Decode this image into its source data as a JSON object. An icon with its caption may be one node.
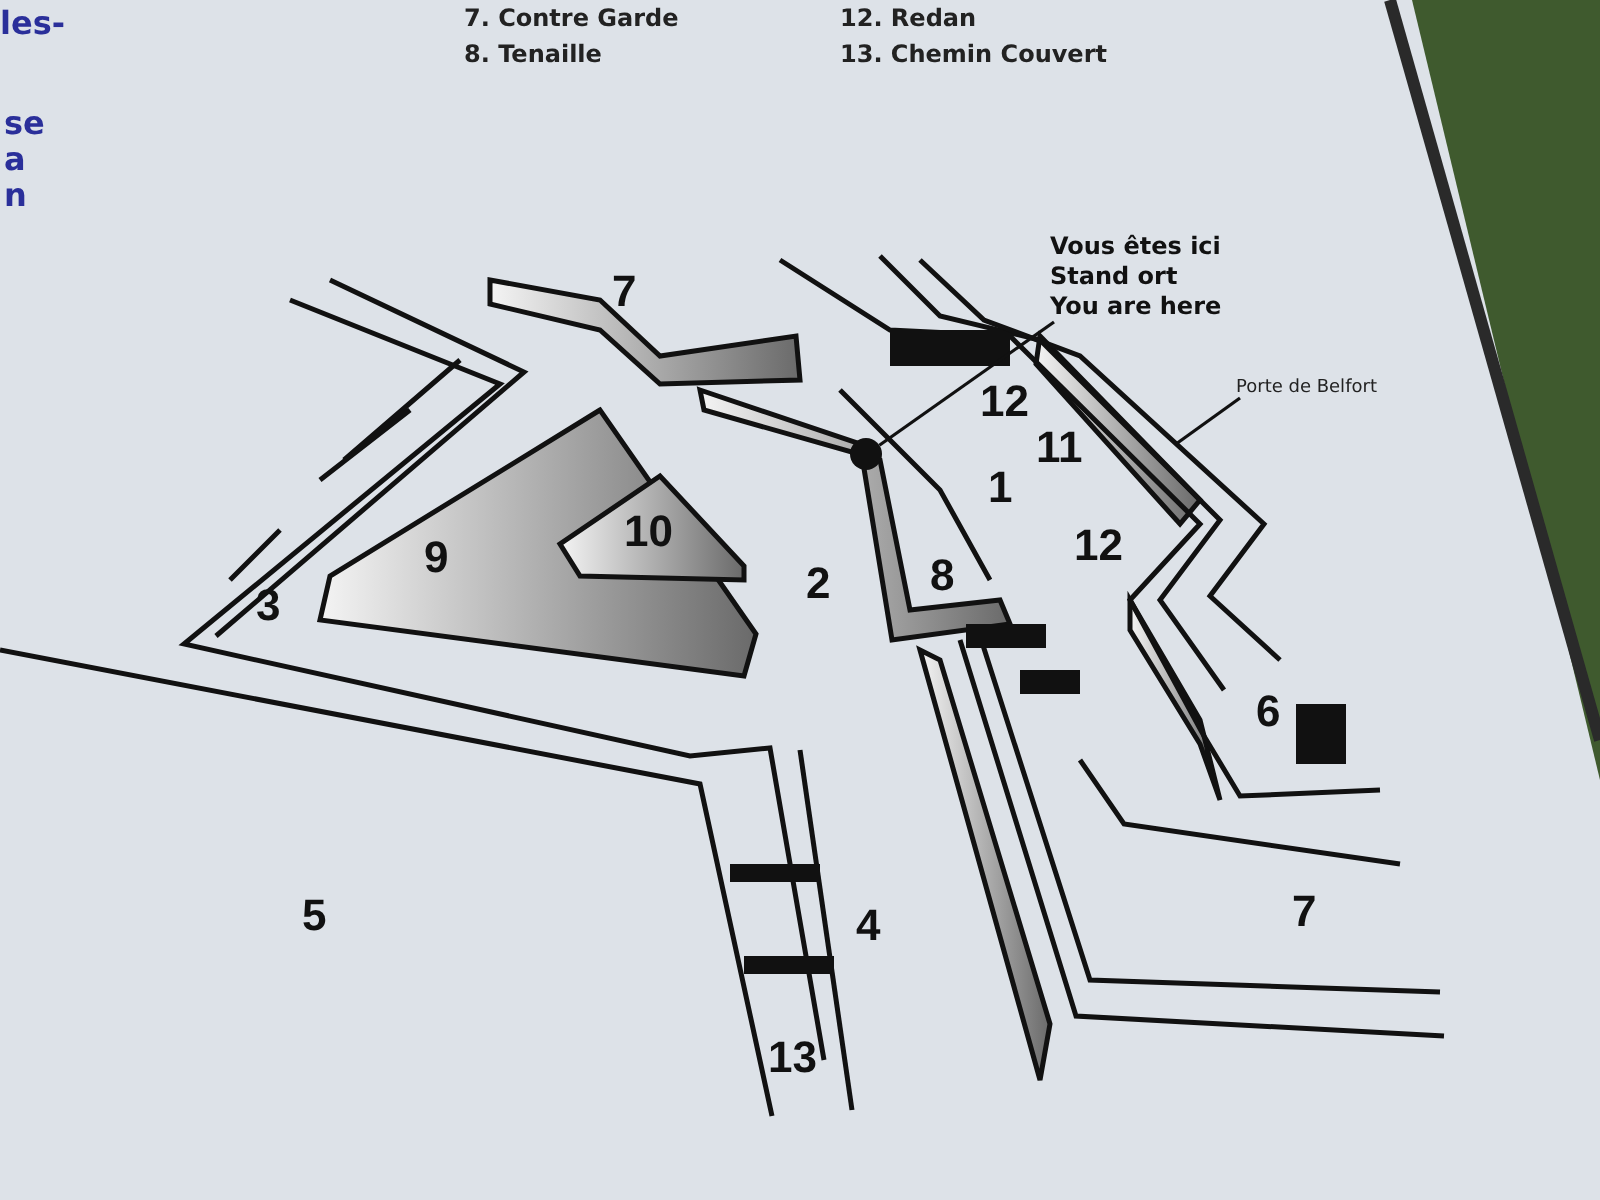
{
  "diagram": {
    "nodes": [
      {
        "text": [
          "Vous êtes ici",
          "Stand ort",
          "You are here"
        ]
      },
      {
        "text": [],
        "shape": "circle"
      },
      {
        "text": [
          "Porte de Belfort"
        ]
      },
      {
        "text": [],
        "shape": "box"
      }
    ],
    "edges": [
      {
        "from": 0,
        "to": 1,
        "arrow": "none"
      },
      {
        "from": 2,
        "to": 3,
        "arrow": "none"
      }
    ],
    "labels": [
      "les-",
      "se",
      "a",
      "n",
      "7. Contre Garde",
      "8. Tenaille",
      "12. Redan",
      "13. Chemin Couvert",
      "7",
      "12",
      "11",
      "1",
      "12",
      "9",
      "10",
      "2",
      "8",
      "3",
      "6",
      "5",
      "4",
      "7",
      "13"
    ]
  }
}
